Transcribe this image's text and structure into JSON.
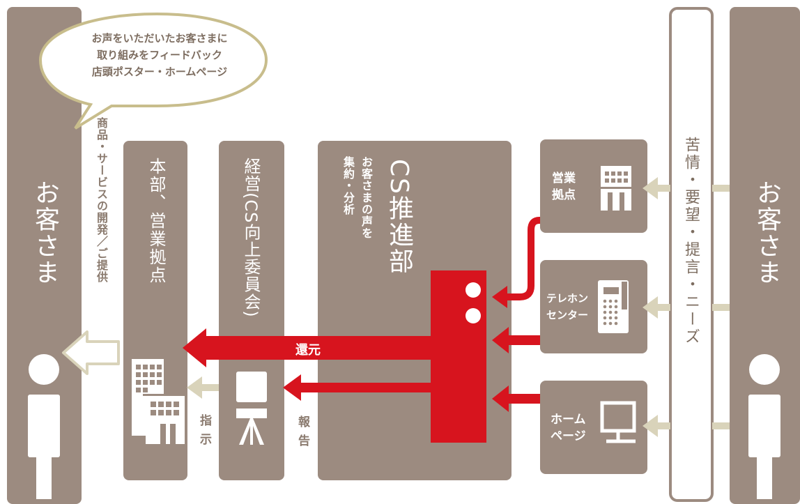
{
  "customer_left": "お客さま",
  "customer_right": "お客さま",
  "speech_bubble": {
    "lines": [
      "お声をいただいたお客さまに",
      "取り組みをフィードバック",
      "店頭ポスター・ホームページ"
    ]
  },
  "products_label": "商品・サービスの開発／ご提供",
  "hq_label": "本部、営業拠点",
  "management_label": "経営(CS向上委員会)",
  "cs_dept": {
    "title": "CS推進部",
    "subtitle": "お客さまの声を集約・分析"
  },
  "channels": {
    "branch": [
      "営業",
      "拠点"
    ],
    "telephone": [
      "テレホン",
      "センター"
    ],
    "homepage": [
      "ホーム",
      "ページ"
    ]
  },
  "feedback_label": "苦情・要望・提言・ニーズ",
  "return_label": "還元",
  "instruction_label": "指示",
  "report_label": "報告",
  "colors": {
    "taupe": "#9c8b80",
    "red": "#d7141e",
    "cream": "#d9d3ba",
    "bubble_border": "#c8bd8c"
  }
}
